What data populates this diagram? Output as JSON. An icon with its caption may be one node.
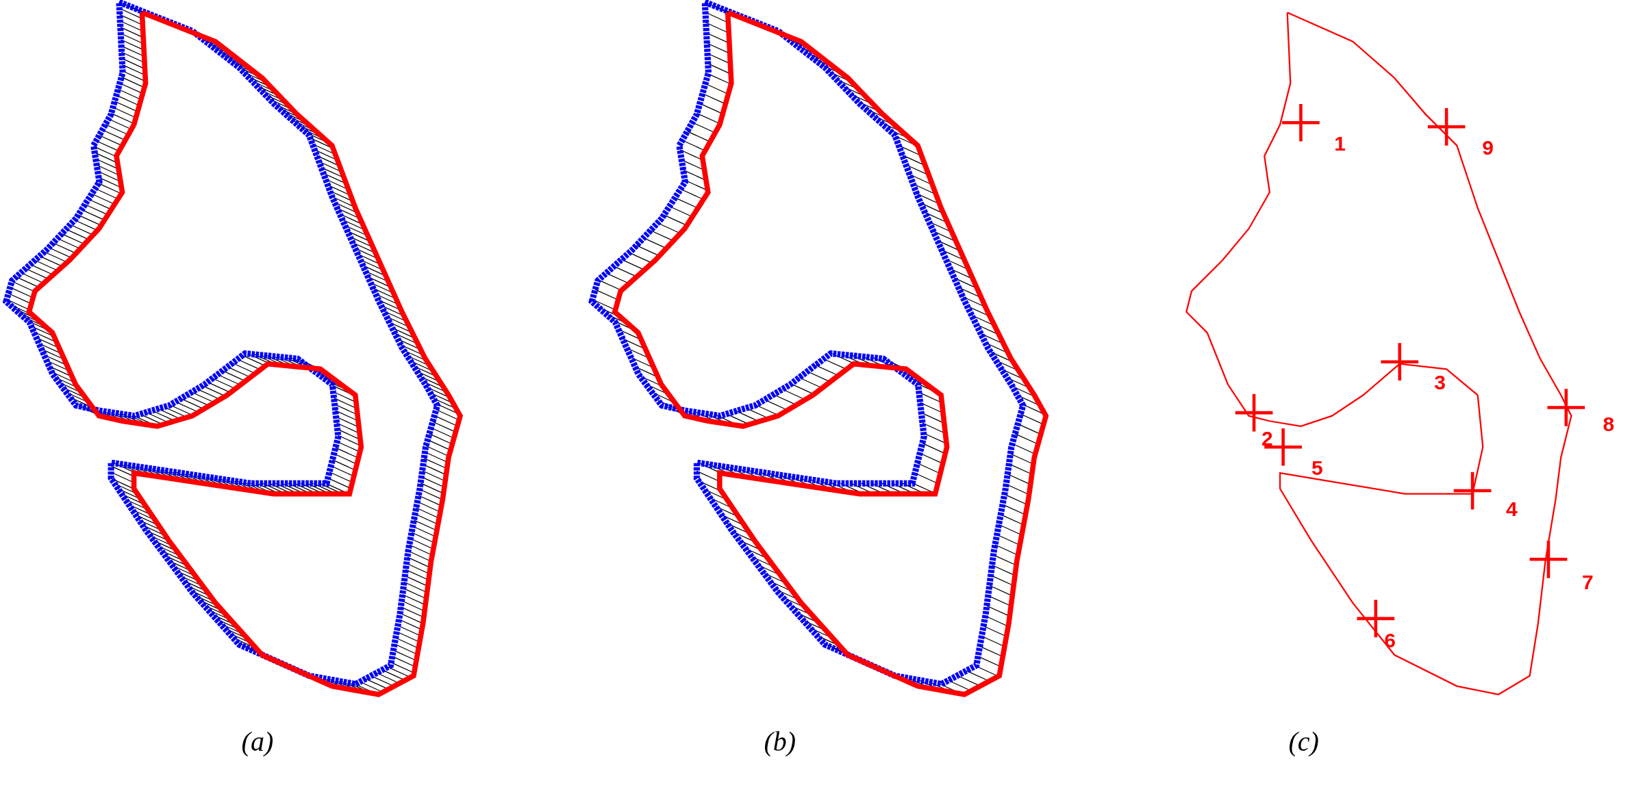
{
  "diagram": {
    "labels": [
      "1",
      "9",
      "3",
      "8",
      "2",
      "5",
      "4",
      "7",
      "6",
      "(a)",
      "(b)",
      "(c)"
    ]
  }
}
